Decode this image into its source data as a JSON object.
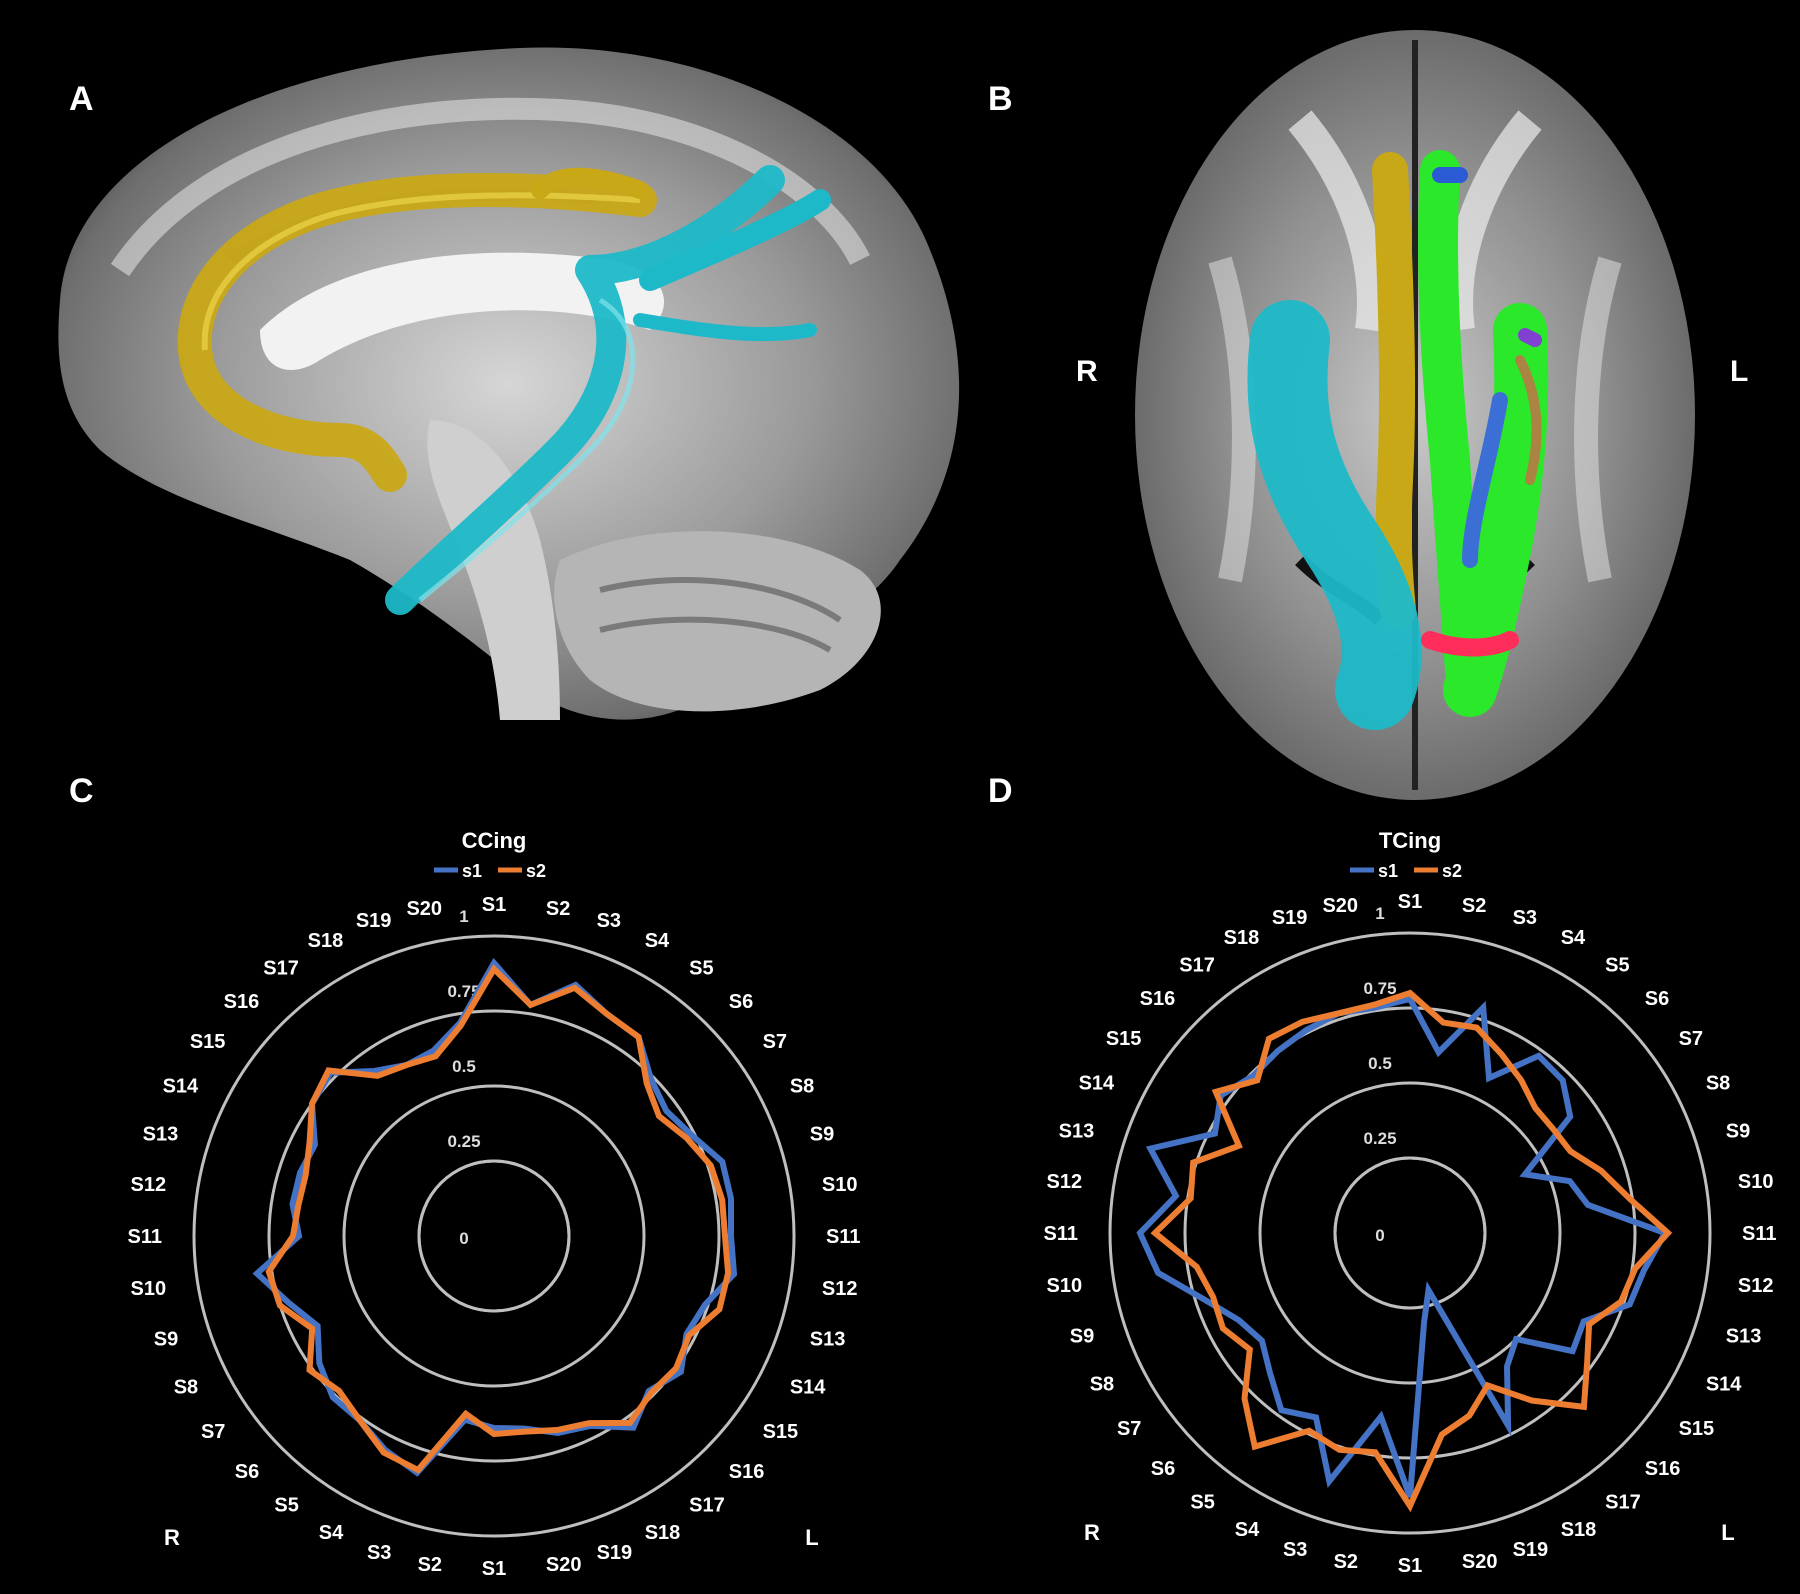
{
  "panels": {
    "a_label": "A",
    "b_label": "B",
    "c_label": "C",
    "d_label": "D",
    "b_side_right": "R",
    "b_side_left": "L"
  },
  "colors": {
    "background": "#000000",
    "s1": "#4472C4",
    "s2": "#ED7D31",
    "grid": "#BFBFBF",
    "ccing_tract": "#C8A816",
    "tcing_tract": "#1EB9C9"
  },
  "chart_data": [
    {
      "type": "radar",
      "title": "CCing",
      "legend": [
        "s1",
        "s2"
      ],
      "legend_position": "top",
      "radial_ticks": [
        "0",
        "0.25",
        "0.5",
        "0.75",
        "1"
      ],
      "rlim": [
        0,
        1
      ],
      "grid": true,
      "categories": [
        "S1",
        "S2",
        "S3",
        "S4",
        "S5",
        "S6",
        "S7",
        "S8",
        "S9",
        "S10",
        "S11",
        "S12",
        "S13",
        "S14",
        "S15",
        "S16",
        "S17",
        "S18",
        "S19",
        "S20",
        "S1",
        "S2",
        "S3",
        "S4",
        "S5",
        "S6",
        "S7",
        "S8",
        "S9",
        "S10",
        "S11",
        "S12",
        "S13",
        "S14",
        "S15",
        "S16",
        "S17",
        "S18",
        "S19",
        "S20"
      ],
      "side_labels": {
        "left": "R",
        "right": "L"
      },
      "series": [
        {
          "name": "s1",
          "values": [
            0.91,
            0.78,
            0.88,
            0.83,
            0.82,
            0.74,
            0.71,
            0.74,
            0.8,
            0.8,
            0.79,
            0.81,
            0.74,
            0.72,
            0.77,
            0.73,
            0.79,
            0.71,
            0.69,
            0.65,
            0.64,
            0.62,
            0.83,
            0.8,
            0.76,
            0.76,
            0.72,
            0.66,
            0.72,
            0.8,
            0.65,
            0.68,
            0.68,
            0.67,
            0.75,
            0.77,
            0.68,
            0.64,
            0.65,
            0.72
          ]
        },
        {
          "name": "s2",
          "values": [
            0.89,
            0.78,
            0.87,
            0.83,
            0.82,
            0.72,
            0.68,
            0.72,
            0.76,
            0.77,
            0.77,
            0.79,
            0.79,
            0.73,
            0.75,
            0.74,
            0.77,
            0.7,
            0.68,
            0.66,
            0.66,
            0.6,
            0.82,
            0.81,
            0.76,
            0.73,
            0.76,
            0.68,
            0.75,
            0.76,
            0.67,
            0.66,
            0.66,
            0.69,
            0.75,
            0.78,
            0.66,
            0.64,
            0.63,
            0.71
          ]
        }
      ]
    },
    {
      "type": "radar",
      "title": "TCing",
      "legend": [
        "s1",
        "s2"
      ],
      "legend_position": "top",
      "radial_ticks": [
        "0",
        "0.25",
        "0.5",
        "0.75",
        "1"
      ],
      "rlim": [
        0,
        1
      ],
      "grid": true,
      "categories": [
        "S1",
        "S2",
        "S3",
        "S4",
        "S5",
        "S6",
        "S7",
        "S8",
        "S9",
        "S10",
        "S11",
        "S12",
        "S13",
        "S14",
        "S15",
        "S16",
        "S17",
        "S18",
        "S19",
        "S20",
        "S1",
        "S2",
        "S3",
        "S4",
        "S5",
        "S6",
        "S7",
        "S8",
        "S9",
        "S10",
        "S11",
        "S12",
        "S13",
        "S14",
        "S15",
        "S16",
        "S17",
        "S18",
        "S19",
        "S20"
      ],
      "side_labels": {
        "left": "R",
        "right": "L"
      },
      "series": [
        {
          "name": "s1",
          "values": [
            0.78,
            0.61,
            0.79,
            0.58,
            0.73,
            0.72,
            0.66,
            0.43,
            0.56,
            0.6,
            0.85,
            0.79,
            0.77,
            0.65,
            0.67,
            0.5,
            0.55,
            0.72,
            0.2,
            0.3,
            0.88,
            0.62,
            0.87,
            0.69,
            0.73,
            0.66,
            0.61,
            0.64,
            0.72,
            0.85,
            0.9,
            0.79,
            0.91,
            0.73,
            0.78,
            0.74,
            0.75,
            0.76,
            0.77,
            0.76
          ]
        },
        {
          "name": "s2",
          "values": [
            0.8,
            0.71,
            0.72,
            0.67,
            0.63,
            0.59,
            0.59,
            0.6,
            0.67,
            0.74,
            0.86,
            0.76,
            0.74,
            0.67,
            0.73,
            0.82,
            0.69,
            0.57,
            0.64,
            0.68,
            0.91,
            0.74,
            0.76,
            0.74,
            0.88,
            0.78,
            0.66,
            0.7,
            0.69,
            0.72,
            0.85,
            0.74,
            0.76,
            0.64,
            0.8,
            0.72,
            0.8,
            0.79,
            0.77,
            0.77
          ]
        }
      ]
    }
  ]
}
